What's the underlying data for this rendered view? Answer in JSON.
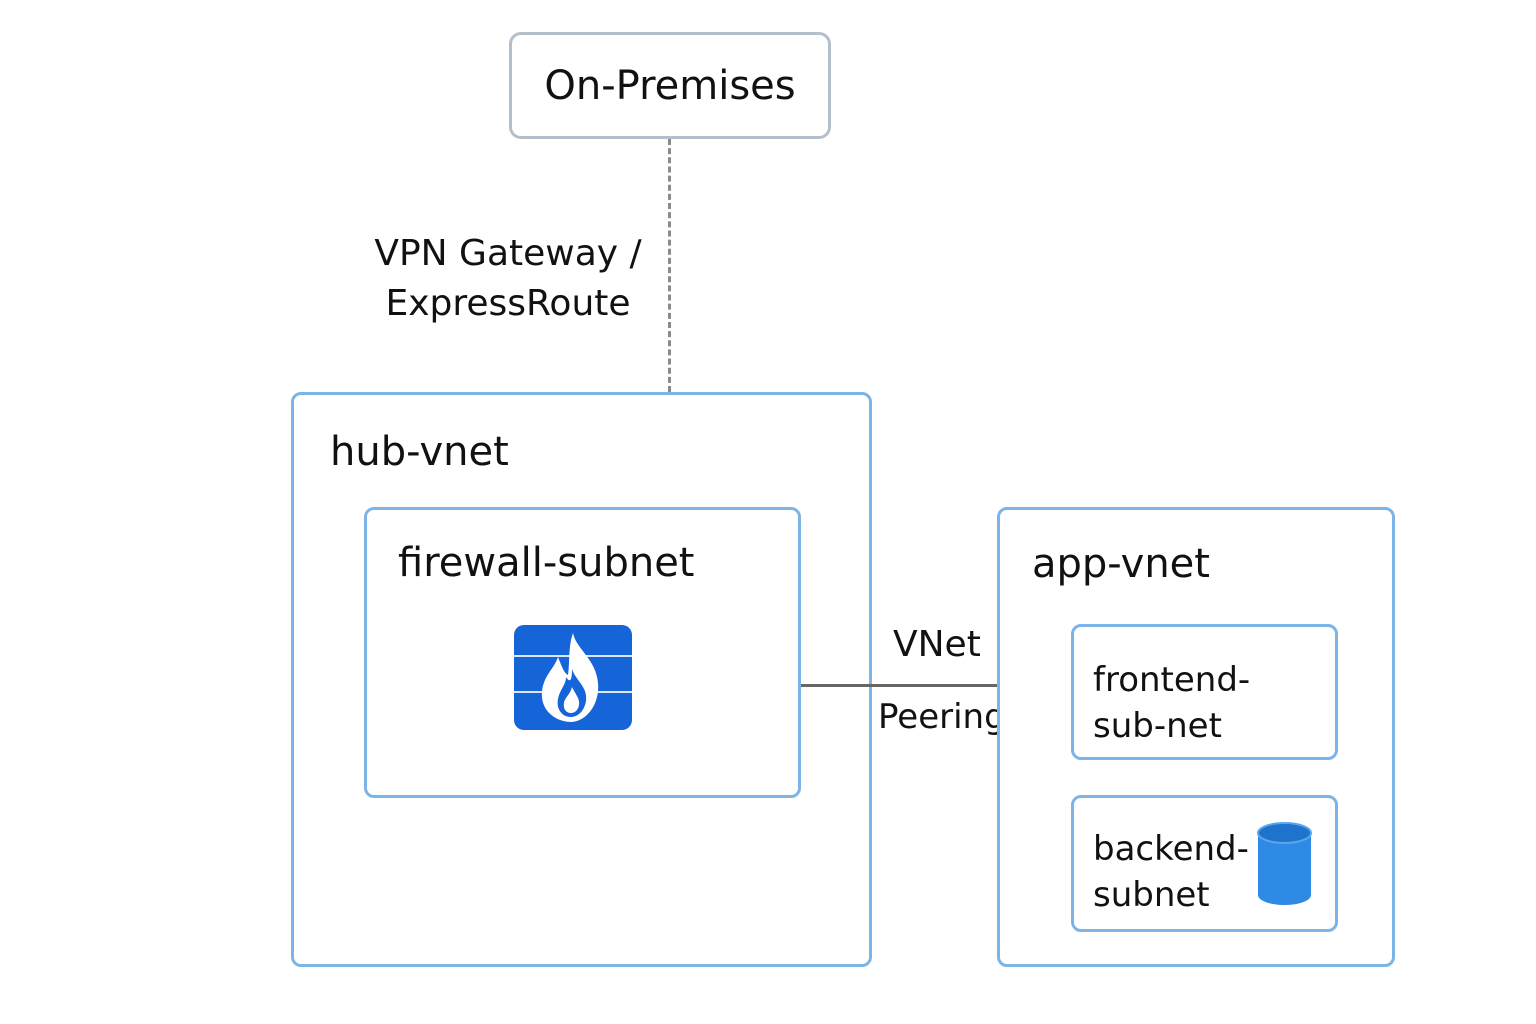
{
  "on_premises": {
    "label": "On-Premises"
  },
  "connection": {
    "label": "VPN Gateway / ExpressRoute"
  },
  "hub_vnet": {
    "label": "hub-vnet",
    "firewall_subnet": {
      "label": "firewall-subnet",
      "icon": "firewall-icon"
    }
  },
  "peering": {
    "label_line1": "VNet",
    "label_line2": "Peering"
  },
  "app_vnet": {
    "label": "app-vnet",
    "frontend_subnet": {
      "label": "frontend-sub-net"
    },
    "backend_subnet": {
      "label": "backend-subnet",
      "icon": "database-icon"
    }
  },
  "colors": {
    "vnet_border": "#7db4e8",
    "onprem_border": "#b4bfcc",
    "firewall_blue": "#1565d8",
    "database_blue": "#2f8ae6"
  }
}
